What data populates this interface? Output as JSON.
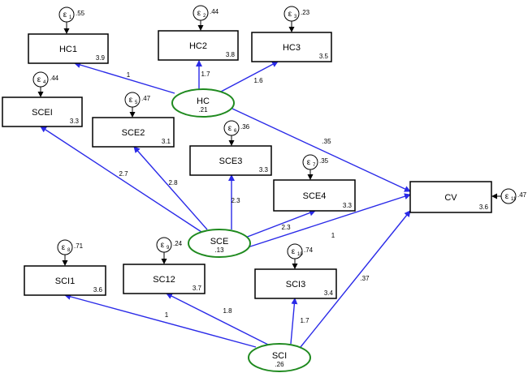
{
  "observed": [
    {
      "id": "HC1",
      "label": "HC1",
      "intercept": "3.9",
      "error": {
        "symbol": "ε",
        "sub": "1",
        "variance": ".55"
      }
    },
    {
      "id": "HC2",
      "label": "HC2",
      "intercept": "3.8",
      "error": {
        "symbol": "ε",
        "sub": "2",
        "variance": ".44"
      }
    },
    {
      "id": "HC3",
      "label": "HC3",
      "intercept": "3.5",
      "error": {
        "symbol": "ε",
        "sub": "3",
        "variance": ".23"
      }
    },
    {
      "id": "SCEI",
      "label": "SCEI",
      "intercept": "3.3",
      "error": {
        "symbol": "ε",
        "sub": "4",
        "variance": ".44"
      }
    },
    {
      "id": "SCE2",
      "label": "SCE2",
      "intercept": "3.1",
      "error": {
        "symbol": "ε",
        "sub": "5",
        "variance": ".47"
      }
    },
    {
      "id": "SCE3",
      "label": "SCE3",
      "intercept": "3.3",
      "error": {
        "symbol": "ε",
        "sub": "6",
        "variance": ".36"
      }
    },
    {
      "id": "SCE4",
      "label": "SCE4",
      "intercept": "3.3",
      "error": {
        "symbol": "ε",
        "sub": "7",
        "variance": ".35"
      }
    },
    {
      "id": "SCI1",
      "label": "SCI1",
      "intercept": "3.6",
      "error": {
        "symbol": "ε",
        "sub": "8",
        "variance": ".71"
      }
    },
    {
      "id": "SC12",
      "label": "SC12",
      "intercept": "3.7",
      "error": {
        "symbol": "ε",
        "sub": "9",
        "variance": ".24"
      }
    },
    {
      "id": "SCI3",
      "label": "SCI3",
      "intercept": "3.4",
      "error": {
        "symbol": "ε",
        "sub": "10",
        "variance": ".74"
      }
    },
    {
      "id": "CV",
      "label": "CV",
      "intercept": "3.6",
      "error": {
        "symbol": "ε",
        "sub": "11",
        "variance": ".47"
      }
    }
  ],
  "latent": [
    {
      "id": "HC",
      "label": "HC",
      "variance": ".21"
    },
    {
      "id": "SCE",
      "label": "SCE",
      "variance": ".13"
    },
    {
      "id": "SCI",
      "label": "SCI",
      "variance": ".26"
    }
  ],
  "paths": [
    {
      "from": "HC",
      "to": "HC1",
      "coef": "1"
    },
    {
      "from": "HC",
      "to": "HC2",
      "coef": "1.7"
    },
    {
      "from": "HC",
      "to": "HC3",
      "coef": "1.6"
    },
    {
      "from": "HC",
      "to": "CV",
      "coef": ".35"
    },
    {
      "from": "SCE",
      "to": "SCEI",
      "coef": "2.7"
    },
    {
      "from": "SCE",
      "to": "SCE2",
      "coef": "2.8"
    },
    {
      "from": "SCE",
      "to": "SCE3",
      "coef": "2.3"
    },
    {
      "from": "SCE",
      "to": "SCE4",
      "coef": "2.3"
    },
    {
      "from": "SCE",
      "to": "CV",
      "coef": "1"
    },
    {
      "from": "SCI",
      "to": "SCI1",
      "coef": "1"
    },
    {
      "from": "SCI",
      "to": "SC12",
      "coef": "1.8"
    },
    {
      "from": "SCI",
      "to": "SCI3",
      "coef": "1.7"
    },
    {
      "from": "SCI",
      "to": "CV",
      "coef": ".37"
    }
  ],
  "colors": {
    "path": "#2a2ae8",
    "latent_outline": "#1f8a1f",
    "box_outline": "#000000"
  }
}
